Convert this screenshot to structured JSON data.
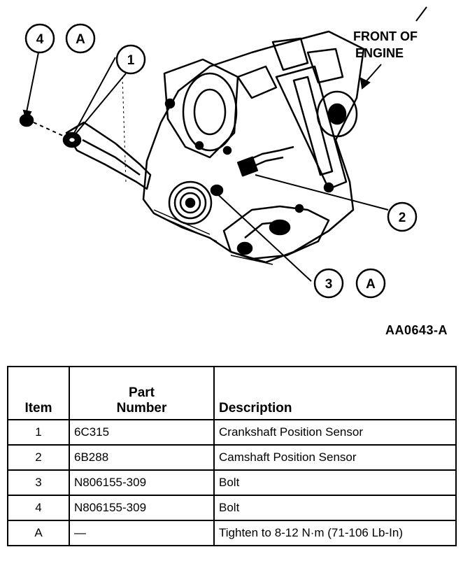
{
  "diagram": {
    "front_label_line1": "FRONT OF",
    "front_label_line2": "ENGINE",
    "callouts": [
      {
        "label": "4"
      },
      {
        "label": "A"
      },
      {
        "label": "1"
      },
      {
        "label": "2"
      },
      {
        "label": "3"
      },
      {
        "label": "A"
      }
    ],
    "figure_id": "AA0643-A"
  },
  "table": {
    "headers": {
      "item": "Item",
      "part_line1": "Part",
      "part_line2": "Number",
      "description": "Description"
    },
    "rows": [
      {
        "item": "1",
        "part": "6C315",
        "description": "Crankshaft Position Sensor"
      },
      {
        "item": "2",
        "part": "6B288",
        "description": "Camshaft Position Sensor"
      },
      {
        "item": "3",
        "part": "N806155-309",
        "description": "Bolt"
      },
      {
        "item": "4",
        "part": "N806155-309",
        "description": "Bolt"
      },
      {
        "item": "A",
        "part": "—",
        "description": "Tighten to 8-12 N·m (71-106 Lb-In)"
      }
    ]
  }
}
